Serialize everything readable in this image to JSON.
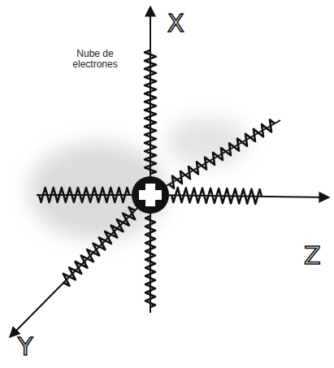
{
  "diagram": {
    "labels": [
      "X",
      "Z",
      "Y",
      "Nube de electrones"
    ]
  }
}
